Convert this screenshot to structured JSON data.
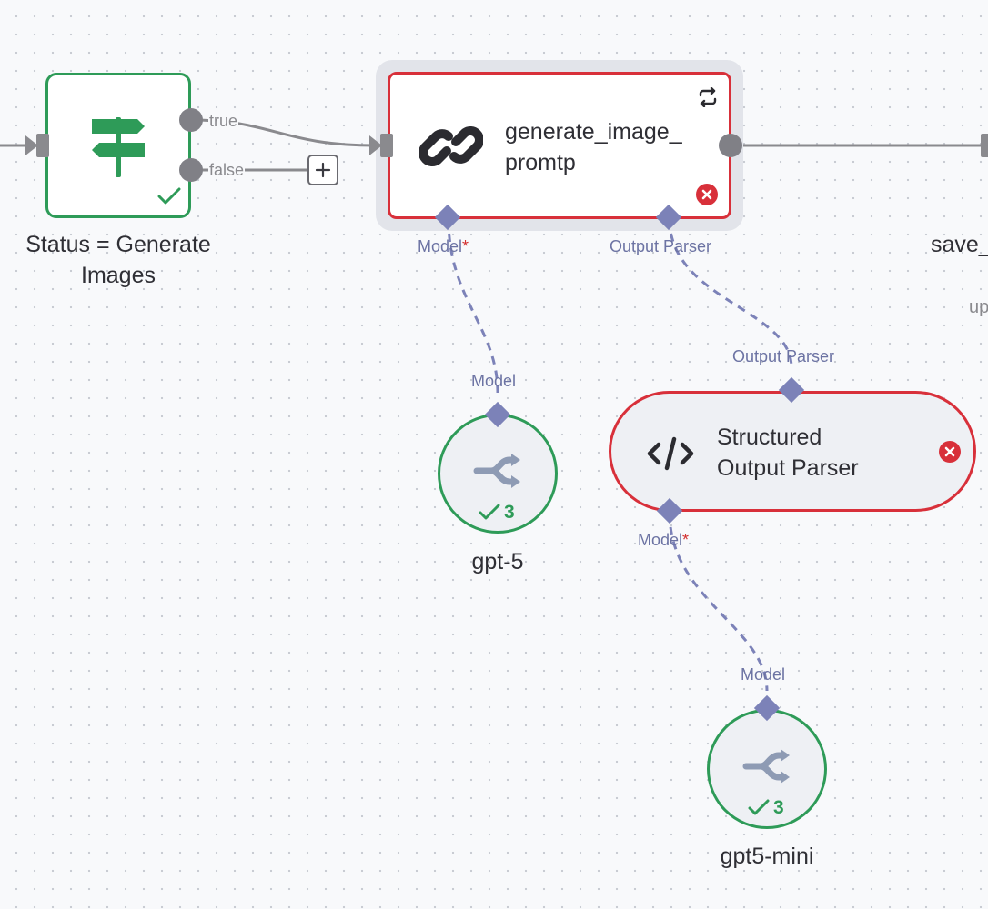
{
  "nodes": {
    "if_node": {
      "label_line1": "Status = Generate",
      "label_line2": "Images",
      "icon": "signpost-icon",
      "status": "success",
      "outputs": {
        "true_label": "true",
        "false_label": "false"
      }
    },
    "chain_node": {
      "title_line1": "generate_image_",
      "title_line2": "promtp",
      "icon": "link-icon",
      "badge_icon": "repeat-icon",
      "status": "error",
      "handles": {
        "model_label": "Model",
        "model_required": "*",
        "parser_label": "Output Parser"
      }
    },
    "gpt5_node": {
      "label": "gpt-5",
      "handle_label": "Model",
      "icon": "model-route-icon",
      "run_count": "3"
    },
    "parser_node": {
      "title_line1": "Structured",
      "title_line2": "Output Parser",
      "icon": "code-icon",
      "status": "error",
      "top_handle_label": "Output Parser",
      "bottom_handle_label": "Model",
      "bottom_required": "*"
    },
    "gpt5mini_node": {
      "label": "gpt5-mini",
      "handle_label": "Model",
      "icon": "model-route-icon",
      "run_count": "3"
    },
    "right_node": {
      "label_partial": "save_",
      "sublabel_partial": "up"
    }
  },
  "colors": {
    "success": "#2e9b58",
    "error": "#d8303a",
    "handle": "#7c82b8",
    "edge": "#8a8a8e",
    "node_fill": "#eef0f4"
  }
}
